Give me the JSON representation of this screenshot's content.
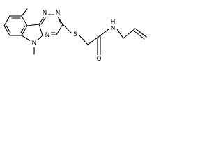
{
  "structure": {
    "atoms": {
      "n_triazine_1": "N",
      "n_triazine_2": "N",
      "n_triazine_3": "N",
      "n_indole": "N",
      "sulfur": "S",
      "oxygen": "O",
      "n_amide": "N",
      "h_amide": "H"
    }
  }
}
